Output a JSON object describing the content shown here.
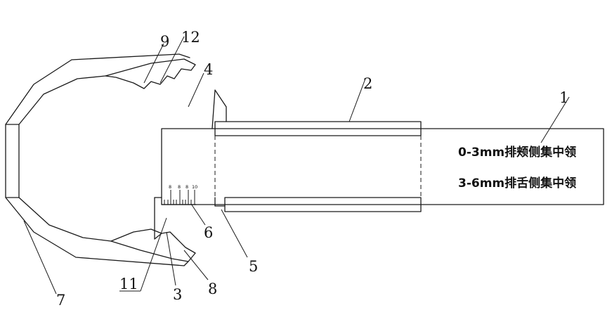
{
  "part_labels": {
    "p1": "1",
    "p2": "2",
    "p3": "3",
    "p4": "4",
    "p5": "5",
    "p6": "6",
    "p7": "7",
    "p8": "8",
    "p9": "9",
    "p11": "11",
    "p12": "12"
  },
  "scale": {
    "ticks": [
      "8",
      "8",
      "8",
      "10"
    ]
  },
  "notes": {
    "line1": "0-3mm排颊侧集中领",
    "line2": "3-6mm排舌侧集中领"
  }
}
